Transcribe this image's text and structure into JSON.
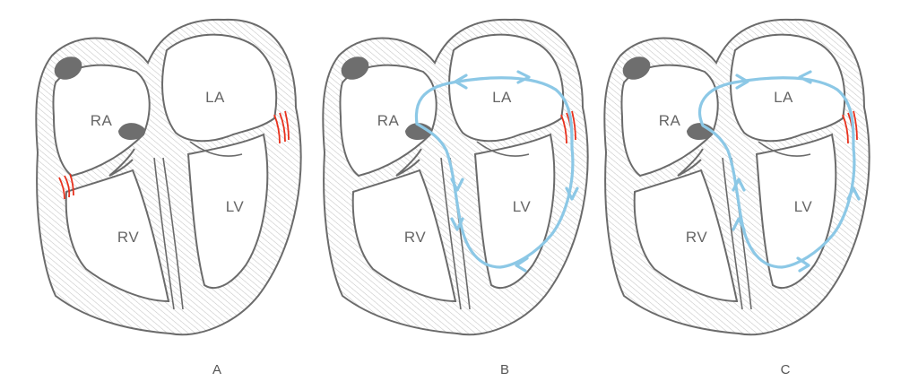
{
  "panels": [
    {
      "id": "A",
      "caption": "A",
      "chambers": {
        "ra": "RA",
        "la": "LA",
        "rv": "RV",
        "lv": "LV"
      },
      "pathway": "none",
      "accessory_pathway_site": "right"
    },
    {
      "id": "B",
      "caption": "B",
      "chambers": {
        "ra": "RA",
        "la": "LA",
        "rv": "RV",
        "lv": "LV"
      },
      "pathway": "orthodromic",
      "accessory_pathway_site": "left"
    },
    {
      "id": "C",
      "caption": "C",
      "chambers": {
        "ra": "RA",
        "la": "LA",
        "rv": "RV",
        "lv": "LV"
      },
      "pathway": "antidromic",
      "accessory_pathway_site": "left"
    }
  ],
  "colors": {
    "outline": "#6b6b6b",
    "hatch": "#bdbdbd",
    "node": "#6e6e6e",
    "accessory_pathway": "#e8321e",
    "conduction_path": "#8cc8e6",
    "chamber_fill": "#ffffff"
  }
}
